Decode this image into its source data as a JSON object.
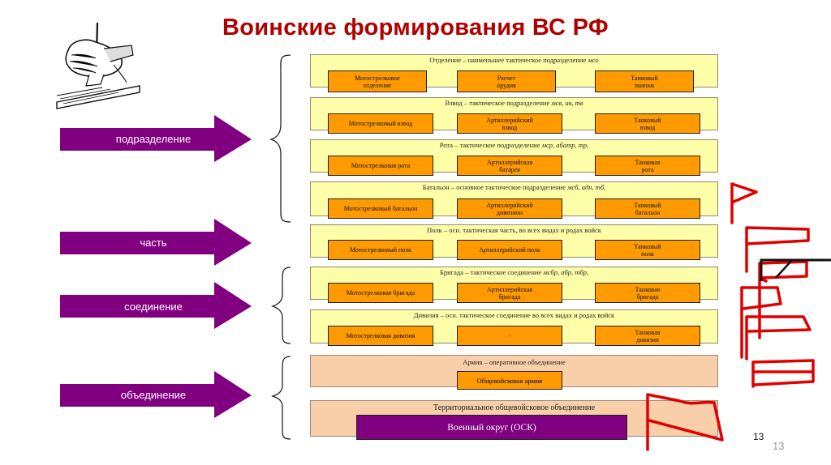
{
  "title": "Воинские формирования ВС РФ",
  "categories": [
    {
      "label": "подразделение"
    },
    {
      "label": "часть"
    },
    {
      "label": "соединение"
    },
    {
      "label": "объединение"
    }
  ],
  "colors": {
    "title": "#b00000",
    "arrow": "#800080",
    "panel": "#ffffaa",
    "unit": "#ff9a00",
    "army": "#f8cfa8",
    "flag": "#e00000"
  },
  "panels": [
    {
      "title_text": "Отделение – наименьшее тактическое подразделение ",
      "title_abbr": "мсо",
      "units": [
        "Мотострелковое\nотделение",
        "Расчет\nорудия",
        "Танковый\nэкипаж"
      ]
    },
    {
      "title_text": "Взвод – тактическое подразделение ",
      "title_abbr": "мсв, ав, тв",
      "units": [
        "Мотострелковый взвод",
        "Артиллерийский\nвзвод",
        "Танковый\nвзвод"
      ]
    },
    {
      "title_text": "Рота – тактическое подразделение ",
      "title_abbr": "мср, абатр, тр,",
      "units": [
        "Мотострелковая рота",
        "Артиллерийская\nбатарея",
        "Танковая\nрота"
      ]
    },
    {
      "title_text": "Батальон – основное тактическое подразделение ",
      "title_abbr": "мсб, адн, тб,",
      "units": [
        "Мотострелковый батальон",
        "Артиллерийский\nдивизион",
        "Танковый\nбатальон"
      ]
    },
    {
      "title_text": "Полк – осн. тактическая часть, во всех видах и родах войск",
      "title_abbr": "",
      "units": [
        "Мотострелковый полк",
        "Артиллерийский полк",
        "Танковый\nполк"
      ]
    },
    {
      "title_text": "Бригада – тактическое соединение ",
      "title_abbr": "мсбр, абр, тбр,",
      "units": [
        "Мотострелковая бригада",
        "Артиллерийская\nбригада",
        "Танковая\nбригада"
      ]
    },
    {
      "title_text": "Дивизия – осн. тактическое соединение во всех видах и родах войск",
      "title_abbr": "",
      "units": [
        "Мотострелковая дивизия",
        "-",
        "Танковая\nдивизия"
      ]
    }
  ],
  "army": {
    "title": "Армия – оперативное объединение",
    "unit": "Общевойсковая армия"
  },
  "territorial": {
    "title": "Территориальное общевойсковое объединение",
    "unit": "Военный округ (ОСК)"
  },
  "page_number": "13",
  "page_number_faint": "13"
}
